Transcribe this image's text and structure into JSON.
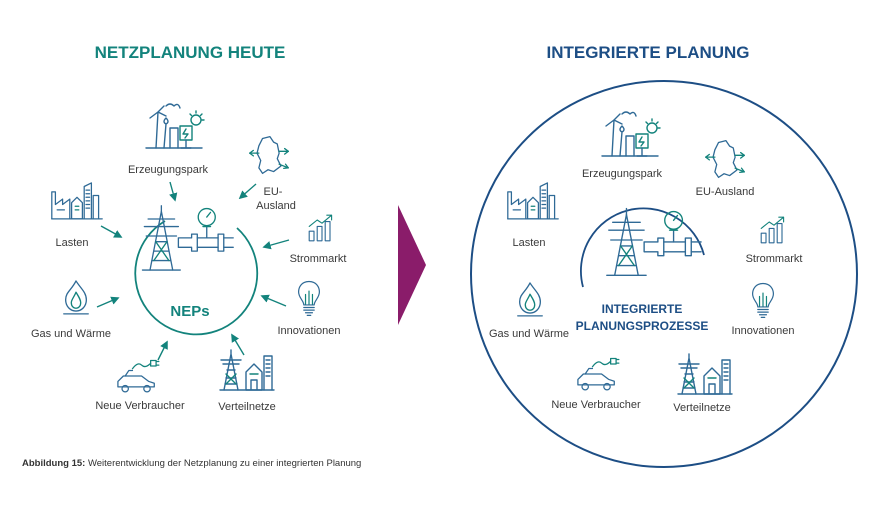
{
  "left": {
    "title": "NETZPLANUNG HEUTE",
    "center": "NEPs",
    "labels": {
      "erzeugungspark": "Erzeugungspark",
      "eu_ausland": [
        "EU-",
        "Ausland"
      ],
      "stromarkt": "Strommarkt",
      "innovationen": "Innovationen",
      "verteilnetze": "Verteilnetze",
      "neue_verbraucher": "Neue Verbraucher",
      "gas_waerme": "Gas und Wärme",
      "lasten": "Lasten"
    }
  },
  "right": {
    "title": "INTEGRIERTE PLANUNG",
    "center": [
      "INTEGRIERTE",
      "PLANUNGSPROZESSE"
    ],
    "labels": {
      "erzeugungspark": "Erzeugungspark",
      "eu_ausland": "EU-Ausland",
      "stromarkt": "Strommarkt",
      "innovationen": "Innovationen",
      "verteilnetze": "Verteilnetze",
      "neue_verbraucher": "Neue Verbraucher",
      "gas_waerme": "Gas und Wärme",
      "lasten": "Lasten"
    }
  },
  "caption": {
    "label": "Abbildung 15:",
    "text": " Weiterentwicklung der Netzplanung zu einer integrierten Planung"
  },
  "colors": {
    "teal": "#13837c",
    "navy": "#1d4e85",
    "arrow": "#8a1c6a"
  }
}
